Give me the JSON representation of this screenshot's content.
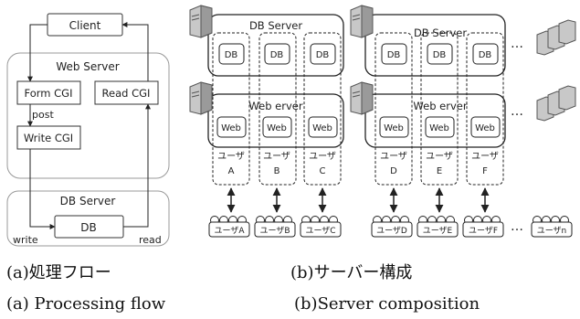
{
  "flow": {
    "client": "Client",
    "web_server": "Web Server",
    "form_cgi": "Form CGI",
    "read_cgi": "Read CGI",
    "post": "post",
    "write_cgi": "Write CGI",
    "db_server": "DB Server",
    "db": "DB",
    "write": "write",
    "read": "read"
  },
  "composition": {
    "db_server_label": "DB Server",
    "web_server_label": "Web erver",
    "db_label": "DB",
    "web_label": "Web",
    "ellipsis": "…",
    "left_group": {
      "users": [
        {
          "kana": "ユーザ",
          "letter": "A",
          "client": "ユーザA"
        },
        {
          "kana": "ユーザ",
          "letter": "B",
          "client": "ユーザB"
        },
        {
          "kana": "ユーザ",
          "letter": "C",
          "client": "ユーザC"
        }
      ]
    },
    "right_group": {
      "users": [
        {
          "kana": "ユーザ",
          "letter": "D",
          "client": "ユーザD"
        },
        {
          "kana": "ユーザ",
          "letter": "E",
          "client": "ユーザE"
        },
        {
          "kana": "ユーザ",
          "letter": "F",
          "client": "ユーザF"
        }
      ],
      "extra_client": "ユーザn"
    }
  },
  "captions": {
    "a_ja": "(a)処理フロー",
    "b_ja": "(b)サーバー構成",
    "a_en": "(a) Processing flow",
    "b_en": "(b)Server composition"
  }
}
